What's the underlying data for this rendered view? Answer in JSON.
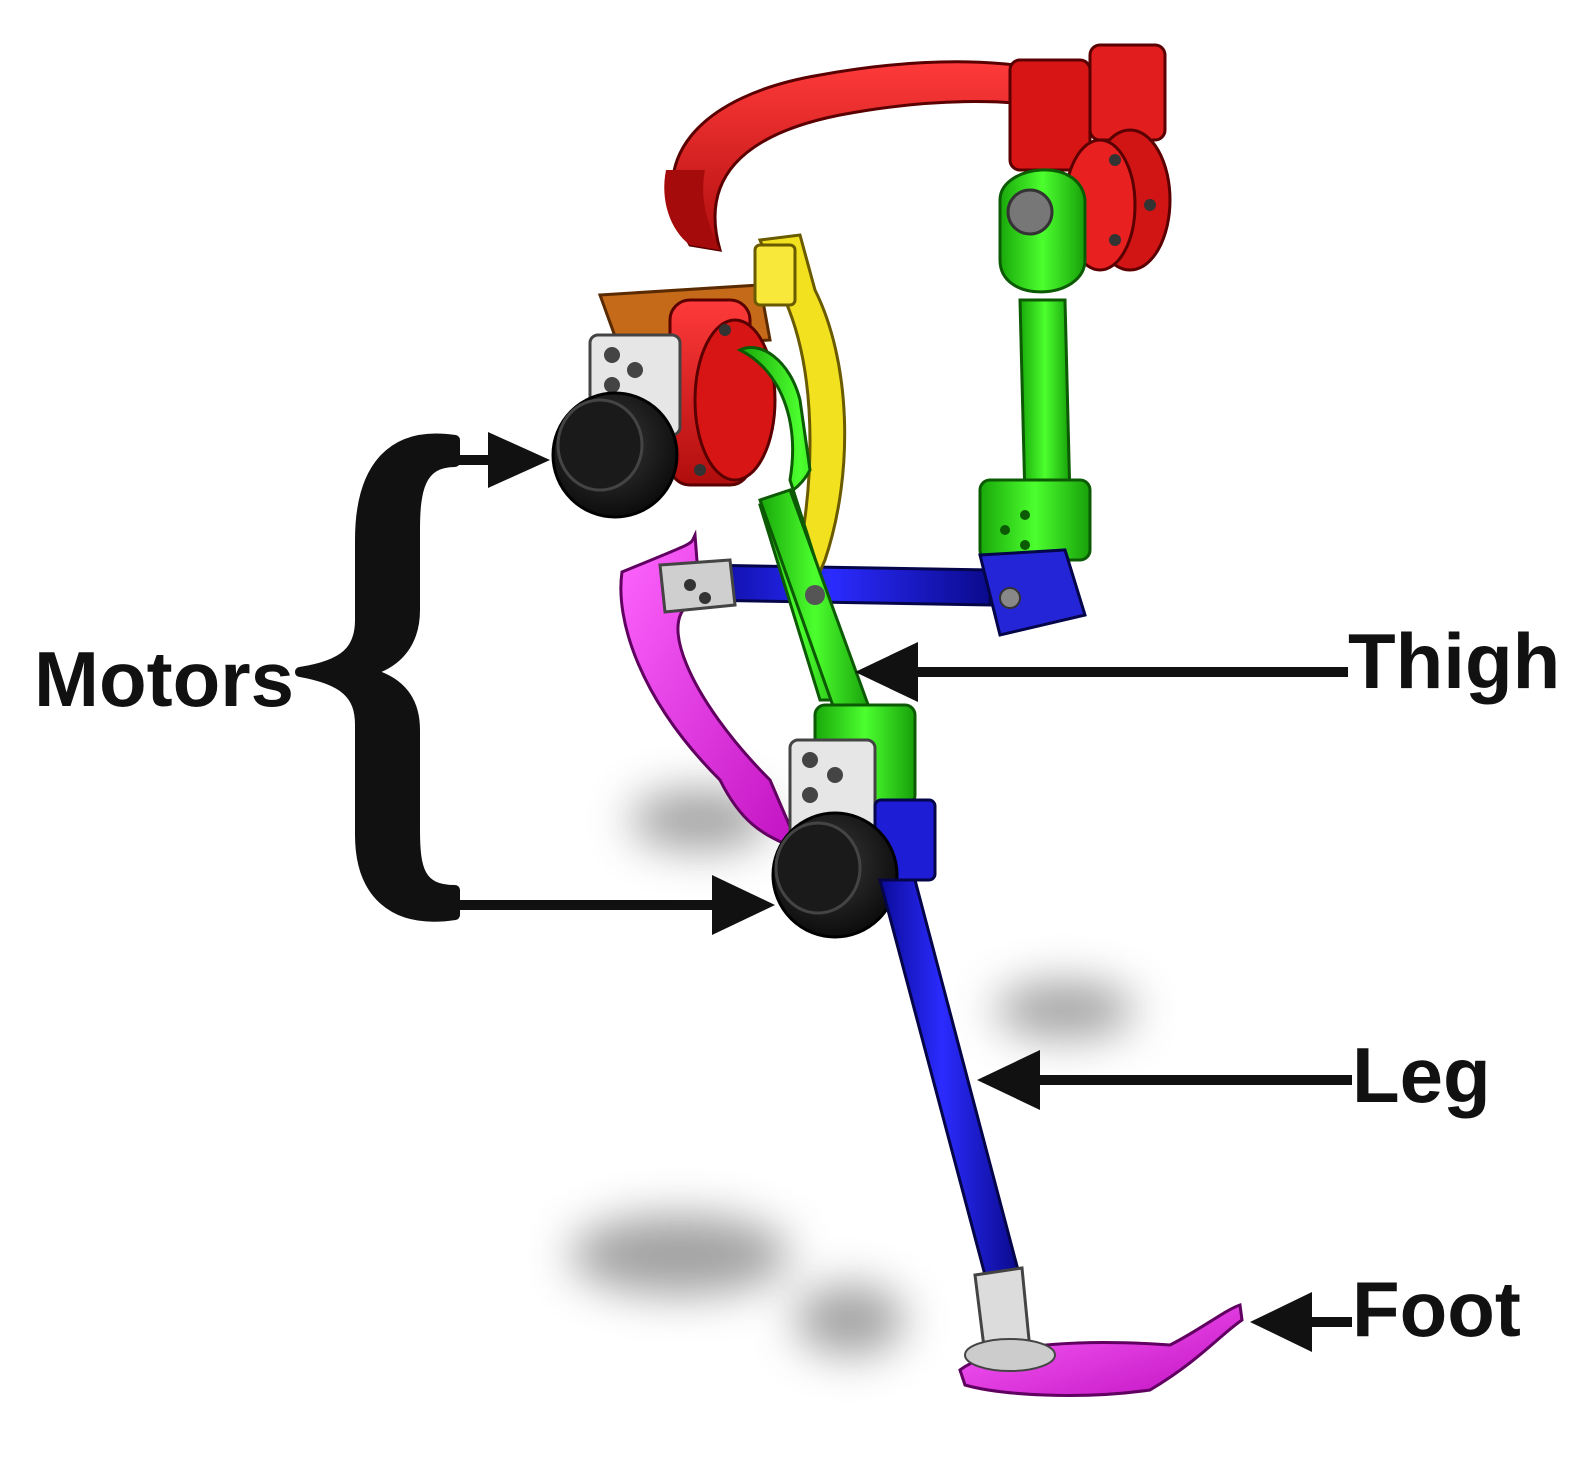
{
  "labels": {
    "motors": "Motors",
    "thigh": "Thigh",
    "leg": "Leg",
    "foot": "Foot"
  },
  "colors": {
    "waist_belt": "#e21d1d",
    "thigh_link": "#29e10f",
    "shank_link": "#1a1ae0",
    "foot_and_pad": "#ee22ee",
    "spring_bar": "#f2e11e",
    "motor_body": "#111111",
    "bracket": "#dddddd",
    "annotation": "#111111"
  },
  "icons": [
    "curly-brace",
    "arrow-right",
    "arrow-left"
  ]
}
